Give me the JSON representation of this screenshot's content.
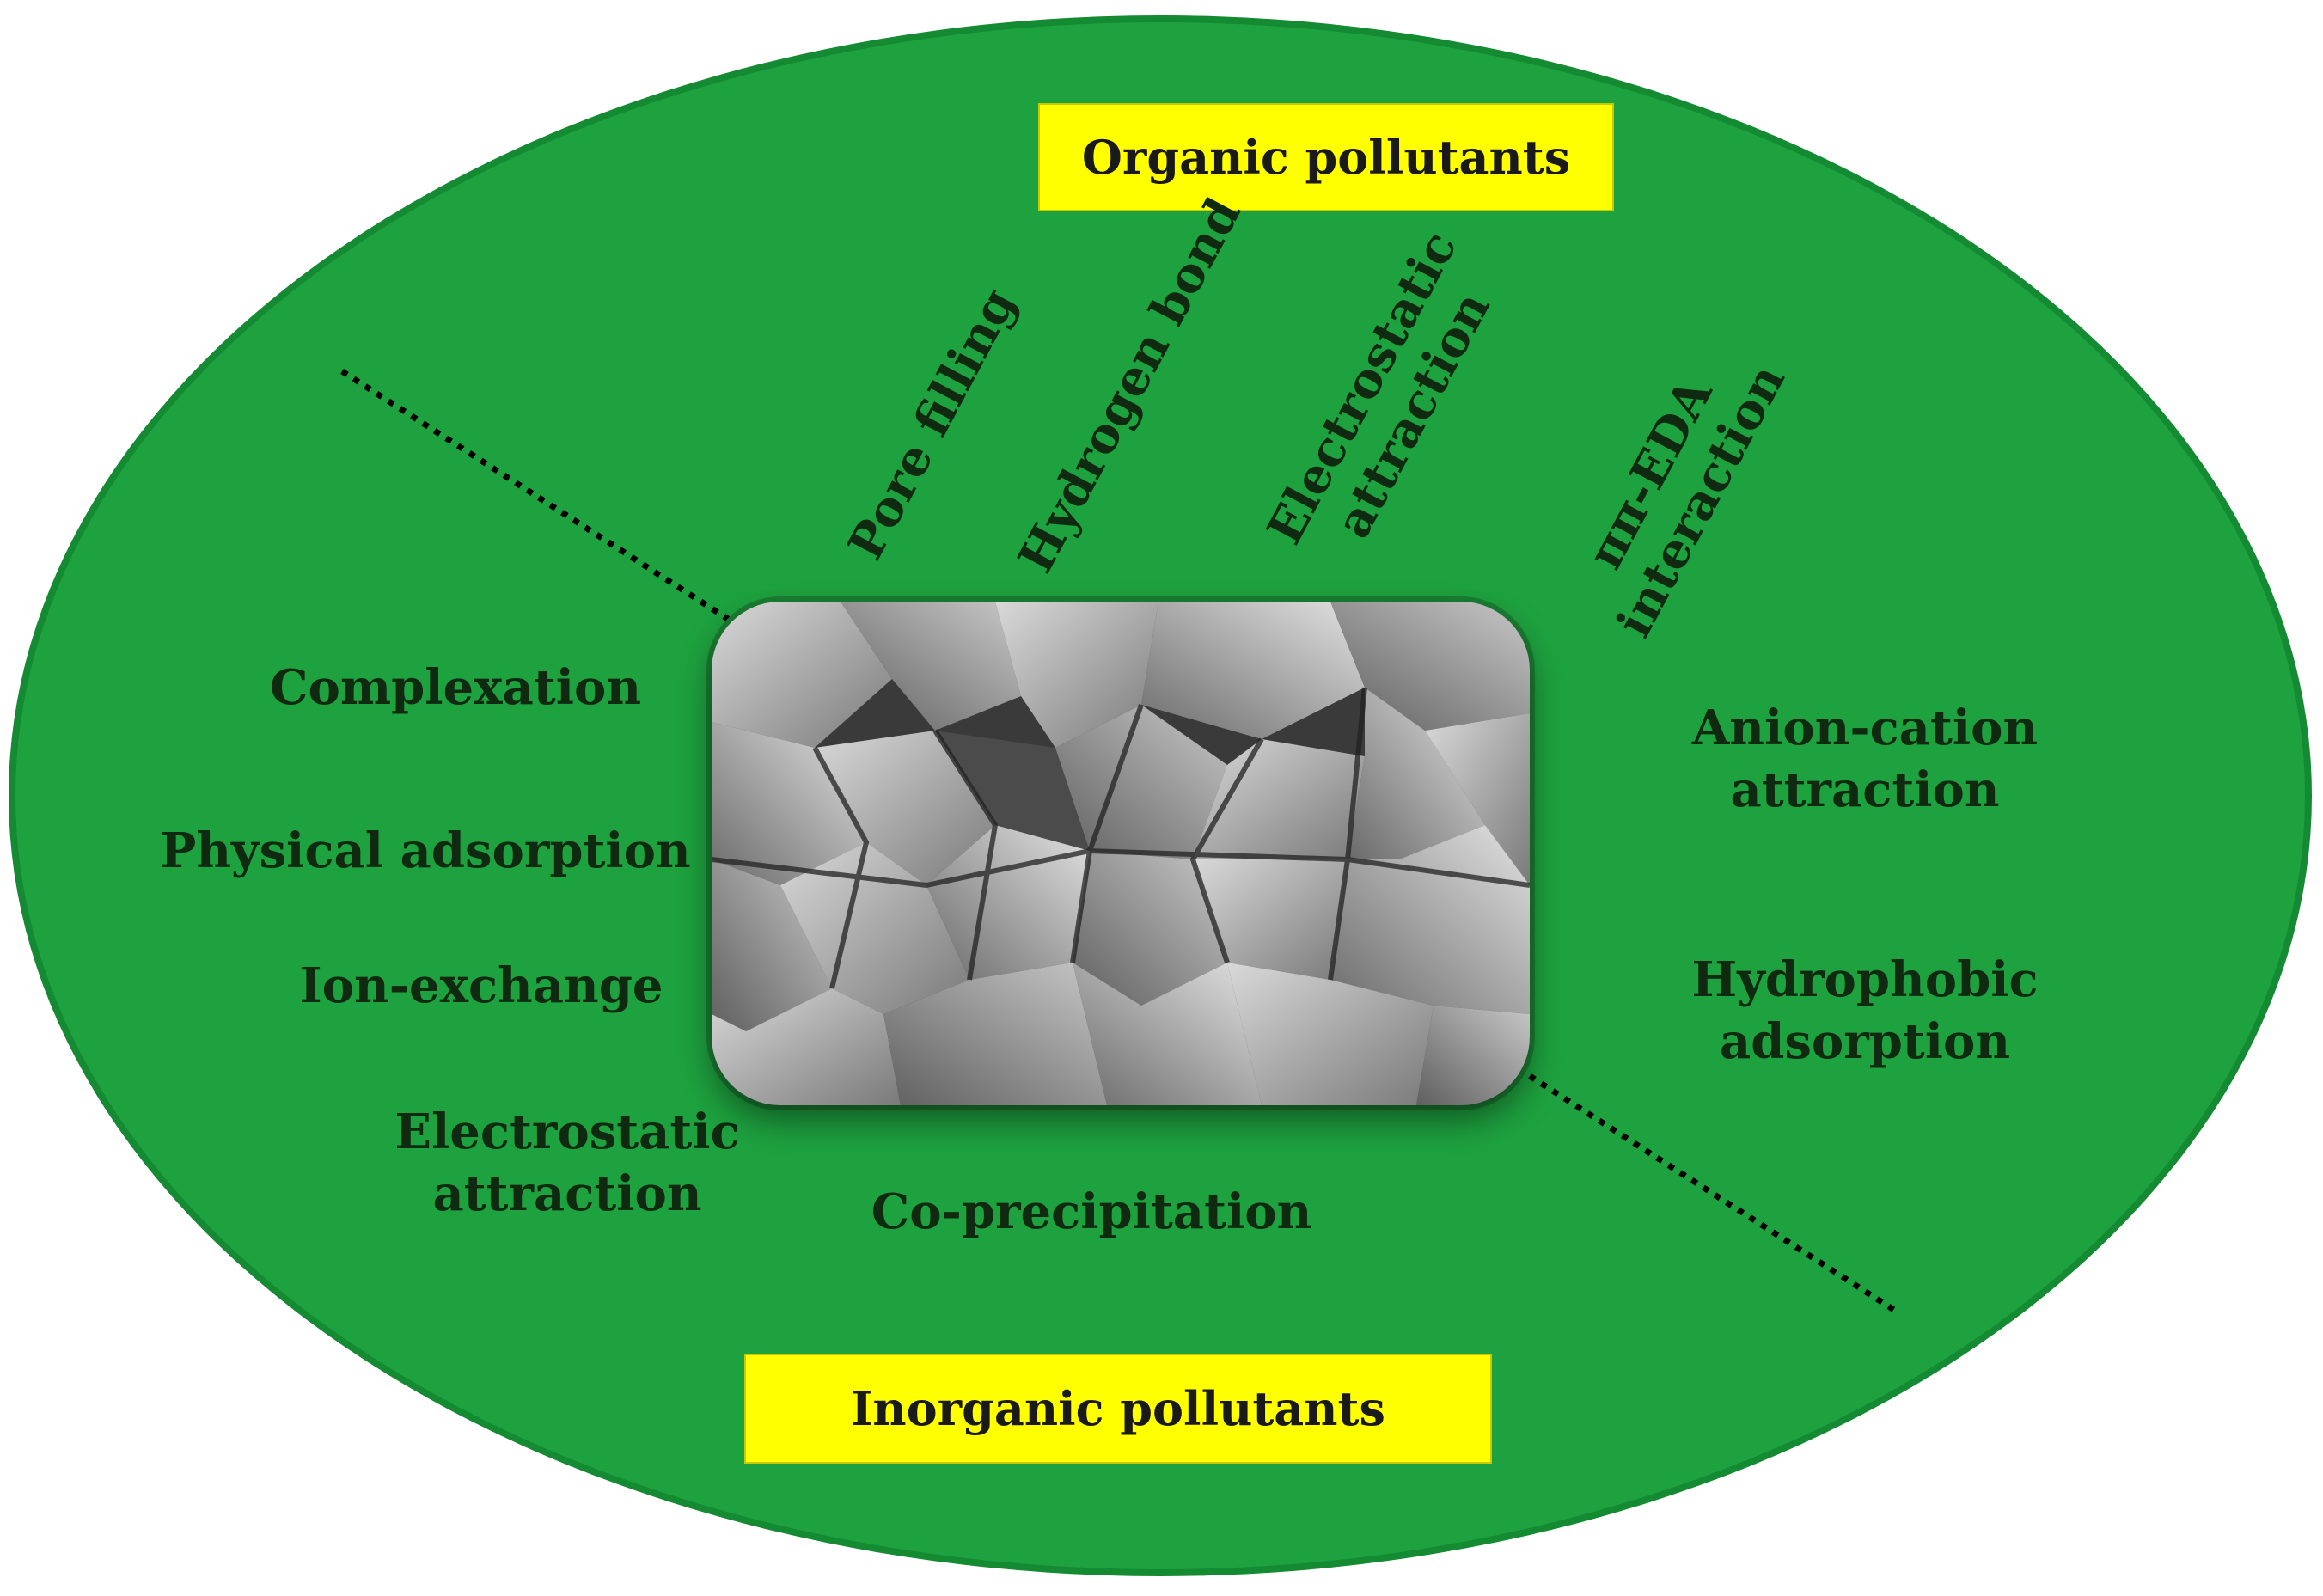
{
  "headers": {
    "organic": "Organic pollutants",
    "inorganic": "Inorganic pollutants"
  },
  "organic_mechanisms": {
    "pore_filling": "Pore filling",
    "hydrogen_bond": "Hydrogen bond",
    "electrostatic_line1": "Electrostatic",
    "electrostatic_line2": "attraction",
    "pi_line1": "ππ-EDA",
    "pi_line2": "interaction"
  },
  "right_mechanisms": {
    "anion_line1": "Anion-cation",
    "anion_line2": "attraction",
    "hydrophobic_line1": "Hydrophobic",
    "hydrophobic_line2": "adsorption"
  },
  "inorganic_mechanisms": {
    "complexation": "Complexation",
    "physical_adsorption": "Physical adsorption",
    "ion_exchange": "Ion-exchange",
    "electrostatic_line1": "Electrostatic",
    "electrostatic_line2": "attraction",
    "co_precipitation": "Co-precipitation"
  },
  "colors": {
    "ellipse_fill": "#1ea23f",
    "badge_fill": "#ffff00",
    "text": "#0f2a10"
  }
}
